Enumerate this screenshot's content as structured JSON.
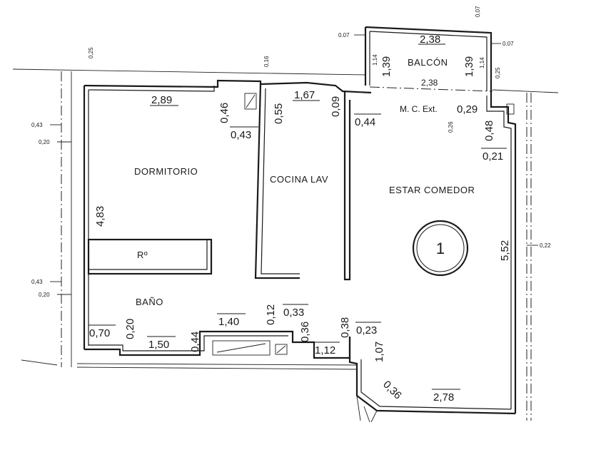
{
  "rooms": {
    "dormitorio": "DORMITORIO",
    "cocina": "COCINA LAV",
    "estar": "ESTAR COMEDOR",
    "balcon": "BALCÓN",
    "bano": "BAÑO",
    "ropero": "Rº",
    "mc_ext": "M. C. Ext."
  },
  "unit_number": "1",
  "dimensions": {
    "d_2_89": "2,89",
    "d_0_46": "0,46",
    "d_0_43a": "0,43",
    "d_0_55": "0,55",
    "d_1_67": "1,67",
    "d_0_09": "0,09",
    "d_0_44": "0,44",
    "d_2_38_top": "2,38",
    "d_2_38_mid": "2,38",
    "d_1_39_l": "1,39",
    "d_1_39_r": "1,39",
    "d_1_14_l": "1,14",
    "d_1_14_r": "1,14",
    "d_0_29": "0,29",
    "d_0_48": "0,48",
    "d_0_21": "0,21",
    "d_4_83": "4,83",
    "d_5_52": "5,52",
    "d_0_70": "0,70",
    "d_0_20_b": "0,20",
    "d_1_50": "1,50",
    "d_0_44_b": "0,44",
    "d_1_40": "1,40",
    "d_0_12": "0,12",
    "d_0_33": "0,33",
    "d_0_36_v": "0,36",
    "d_0_38": "0,38",
    "d_0_23": "0,23",
    "d_1_12": "1,12",
    "d_1_07": "1,07",
    "d_0_36_diag": "0,36",
    "d_2_78": "2,78"
  },
  "small_dims": {
    "t_0_07_top": "0,07",
    "t_0_07_l": "0.07",
    "t_0_07_r": "0.07",
    "t_0_25_top": "0,25",
    "t_0_16": "0,16",
    "t_0_25_r": "0,25",
    "t_0_26": "0,26",
    "t_0_43_upper": "0,43",
    "t_0_20_upper": "0,20",
    "t_0_43_lower": "0,43",
    "t_0_20_lower": "0,20",
    "t_0_22": "0,22"
  }
}
